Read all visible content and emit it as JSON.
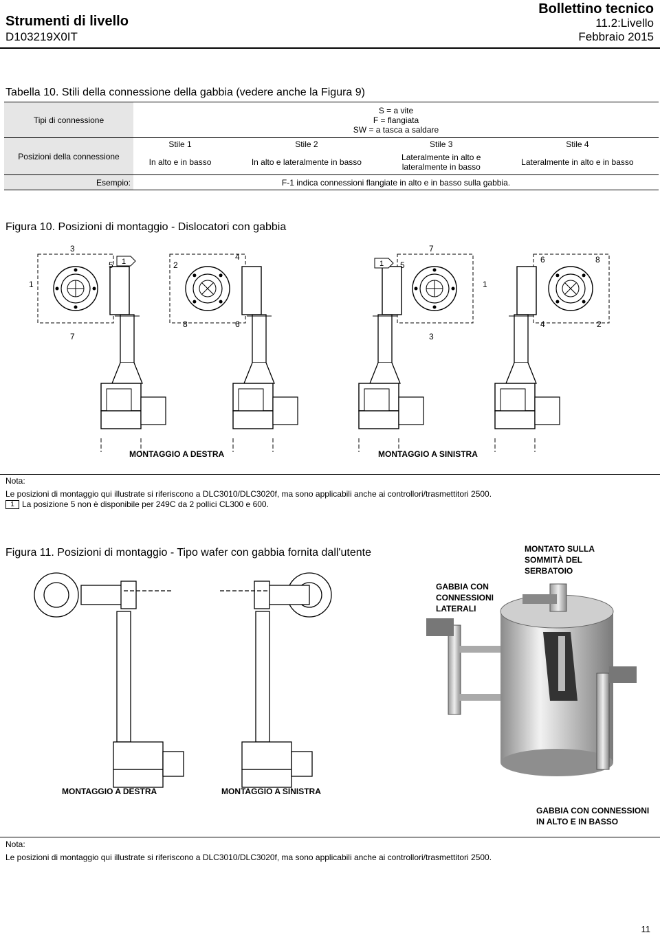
{
  "header": {
    "left_title": "Strumenti di livello",
    "left_code": "D103219X0IT",
    "right_title": "Bollettino tecnico",
    "right_section": "11.2:Livello",
    "right_date": "Febbraio 2015"
  },
  "table10": {
    "caption": "Tabella 10. Stili della connessione della gabbia (vedere anche la Figura 9)",
    "row_types_label": "Tipi di connessione",
    "types": [
      "S = a vite",
      "F = flangiata",
      "SW = a tasca a saldare"
    ],
    "row_positions_label": "Posizioni della connessione",
    "styles": [
      "Stile 1",
      "Stile 2",
      "Stile 3",
      "Stile 4"
    ],
    "style_desc": [
      "In alto e in basso",
      "In alto e lateralmente in basso",
      "Lateralmente in alto e lateralmente in basso",
      "Lateralmente in alto e in basso"
    ],
    "row_example_label": "Esempio:",
    "example": "F-1 indica connessioni flangiate in alto e in basso sulla gabbia."
  },
  "figure10": {
    "caption": "Figura 10. Posizioni di montaggio - Dislocatori con gabbia",
    "label_right": "MONTAGGIO A DESTRA",
    "label_left": "MONTAGGIO A SINISTRA",
    "note_title": "Nota:",
    "note_line1": "Le posizioni di montaggio qui illustrate si riferiscono a DLC3010/DLC3020f, ma sono applicabili anche ai controllori/trasmettitori 2500.",
    "note_marker": "1",
    "note_line2": "La posizione 5 non è disponibile per 249C da 2 pollici CL300 e 600.",
    "callouts": {
      "d1": [
        "3",
        "5",
        "1",
        "1",
        "7"
      ],
      "d2": [
        "2",
        "4",
        "8",
        "6"
      ],
      "d3": [
        "7",
        "1",
        "5",
        "3",
        "1"
      ],
      "d4": [
        "6",
        "8",
        "4",
        "2"
      ]
    }
  },
  "figure11": {
    "caption": "Figura 11. Posizioni di montaggio - Tipo wafer con gabbia fornita dall'utente",
    "label_right": "MONTAGGIO A DESTRA",
    "label_left": "MONTAGGIO A SINISTRA",
    "label_top": [
      "MONTATO SULLA",
      "SOMMITÀ DEL",
      "SERBATOIO"
    ],
    "label_side": [
      "GABBIA CON",
      "CONNESSIONI",
      "LATERALI"
    ],
    "label_bottom": [
      "GABBIA CON CONNESSIONI",
      "IN ALTO E IN BASSO"
    ],
    "note_title": "Nota:",
    "note_line1": "Le posizioni di montaggio qui illustrate si riferiscono a DLC3010/DLC3020f, ma sono applicabili anche ai controllori/trasmettitori 2500."
  },
  "footer": {
    "page_number": "11"
  }
}
